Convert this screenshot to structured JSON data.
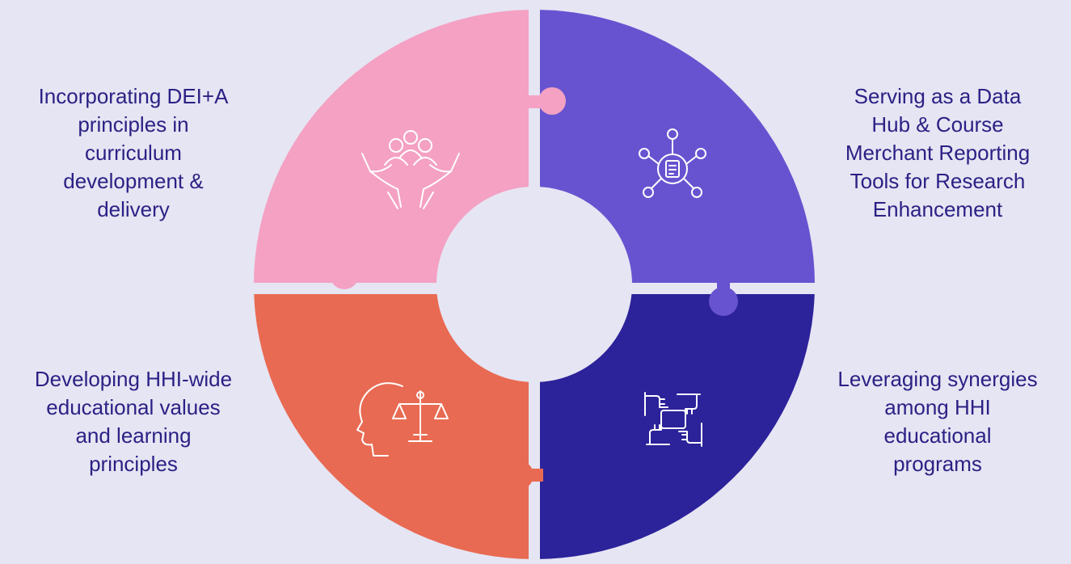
{
  "colors": {
    "background": "#e6e5f3",
    "text": "#2b2185",
    "piece_top_left": "#f4a1c3",
    "piece_top_right": "#6753d0",
    "piece_bottom_left": "#e86a52",
    "piece_bottom_right": "#2c229a",
    "icon_stroke": "#ffffff"
  },
  "pieces": [
    {
      "position": "top-left",
      "icon": "hands-holding-people-icon",
      "lines": [
        "Incorporating DEI+A",
        "principles in",
        "curriculum",
        "development &",
        "delivery"
      ]
    },
    {
      "position": "top-right",
      "icon": "data-hub-network-icon",
      "lines": [
        "Serving as a Data",
        "Hub & Course",
        "Merchant Reporting",
        "Tools for Research",
        "Enhancement"
      ]
    },
    {
      "position": "bottom-left",
      "icon": "head-with-scales-icon",
      "lines": [
        "Developing HHI-wide",
        "educational values",
        "and learning",
        "principles"
      ]
    },
    {
      "position": "bottom-right",
      "icon": "interlocking-hands-icon",
      "lines": [
        "Leveraging synergies",
        "among HHI",
        "educational",
        "programs"
      ]
    }
  ]
}
